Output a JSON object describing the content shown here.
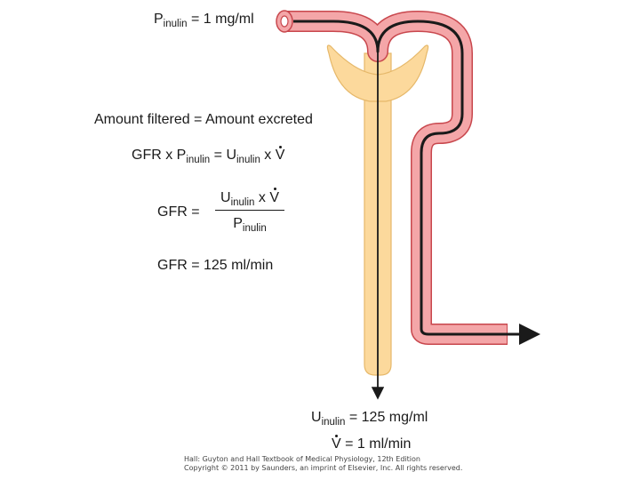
{
  "diagram": {
    "p_inulin": {
      "symbol": "P",
      "subscript": "inulin",
      "rest": " = 1 mg/ml"
    },
    "amount_equation": "Amount filtered = Amount excreted",
    "gfr_equation": {
      "lhs_prefix": "GFR x ",
      "p_symbol": "P",
      "p_sub": "inulin",
      "middle": " = ",
      "u_symbol": "U",
      "u_sub": "inulin",
      "suffix": " x ",
      "v_symbol": "V"
    },
    "gfr_fraction": {
      "lhs": "GFR =",
      "numerator_symbol": "U",
      "numerator_sub": "inulin",
      "numerator_rest": " x ",
      "numerator_v": "V",
      "denominator_symbol": "P",
      "denominator_sub": "inulin"
    },
    "gfr_value": "GFR = 125 ml/min",
    "u_inulin": {
      "symbol": "U",
      "subscript": "inulin",
      "rest": " = 125 mg/ml"
    },
    "v_flow": {
      "v_symbol": "V",
      "rest": " = 1 ml/min"
    },
    "colors": {
      "tubule_fill": "#f4a6a8",
      "tubule_outline": "#c8474d",
      "capsule_fill": "#fcd99c",
      "capsule_outline": "#e6b86a",
      "flow_line": "#1a1a1a"
    }
  },
  "credit": {
    "line1": "Hall: Guyton and Hall Textbook of Medical Physiology, 12th Edition",
    "line2": "Copyright © 2011 by Saunders, an imprint of Elsevier, Inc. All rights reserved."
  }
}
